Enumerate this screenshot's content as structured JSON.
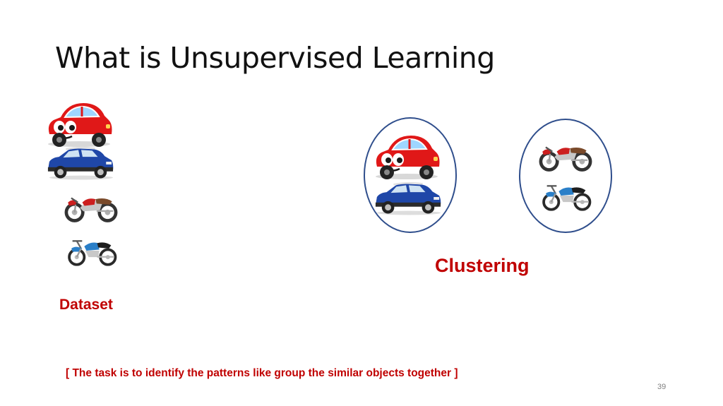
{
  "slide": {
    "title": "What is Unsupervised Learning",
    "dataset_label": "Dataset",
    "clustering_label": "Clustering",
    "caption": "[ The task is to identify the patterns like group the similar objects together ]",
    "slide_number": "39"
  },
  "colors": {
    "accent_red": "#c00000",
    "ellipse_border": "#2f4e8c",
    "cartoon_car": "#e01818",
    "suv": "#1f47a8"
  }
}
